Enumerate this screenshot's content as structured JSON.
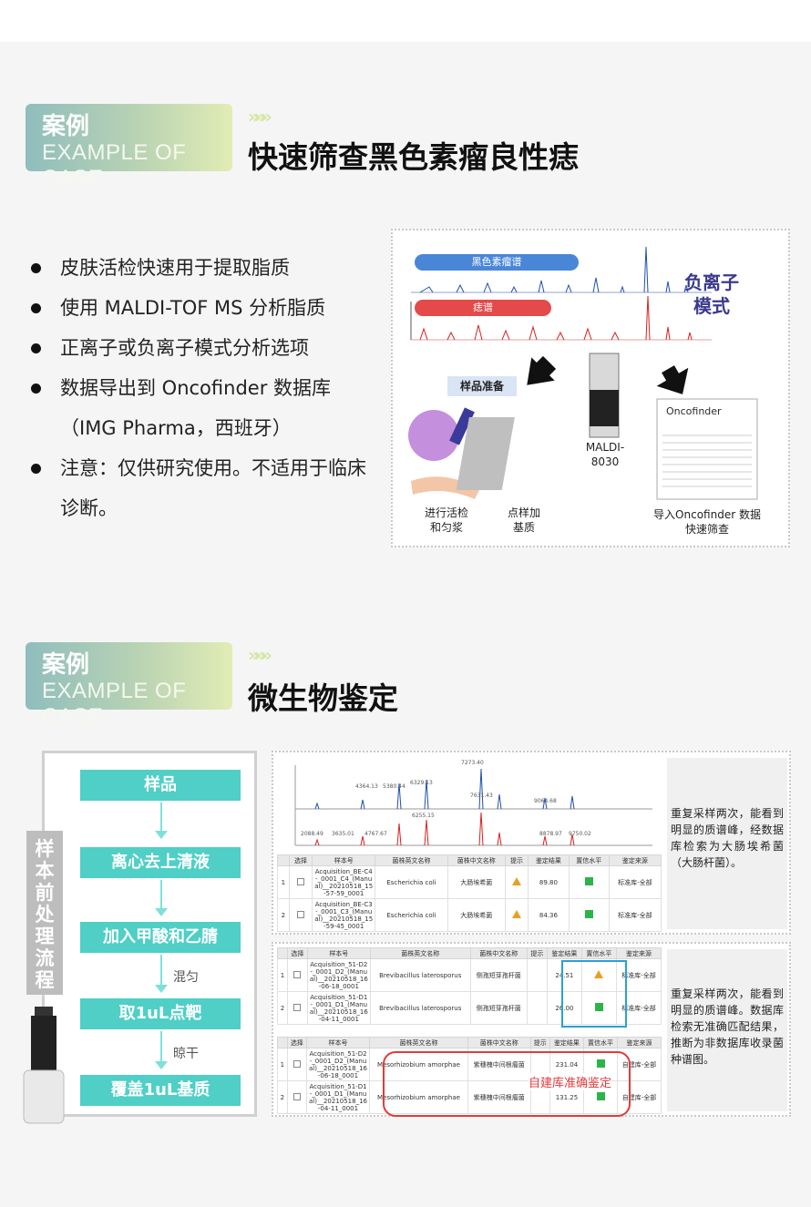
{
  "section1": {
    "badge_cn": "案例",
    "badge_en": "EXAMPLE OF CASE",
    "arrows": "»»»",
    "title": "快速筛查黑色素瘤良性痣",
    "bullets": [
      "皮肤活检快速用于提取脂质",
      "使用 MALDI-TOF MS 分析脂质",
      "正离子或负离子模式分析选项",
      "数据导出到 Oncofinder 数据库（IMG Pharma，西班牙）",
      "注意：仅供研究使用。不适用于临床诊断。"
    ],
    "figure": {
      "spectrum_label_top": "黑色素瘤谱",
      "spectrum_label_bottom": "痣谱",
      "mode_line1": "负离子",
      "mode_line2": "模式",
      "sample_prep": "样品准备",
      "instrument_line1": "MALDI-",
      "instrument_line2": "8030",
      "step1_line1": "进行活检",
      "step1_line2": "和匀浆",
      "step2_line1": "点样加",
      "step2_line2": "基质",
      "step3_line1": "导入Oncofinder 数据",
      "step3_line2": "快速筛查",
      "software_name": "Oncofinder"
    },
    "colors": {
      "top_pill": "#4a86d8",
      "bottom_pill": "#e44a4a",
      "top_trace": "#1f4fb0",
      "bottom_trace": "#d82020"
    }
  },
  "section2": {
    "badge_cn": "案例",
    "badge_en": "EXAMPLE OF CASE",
    "arrows": "»»»",
    "title": "微生物鉴定",
    "vertical_label": [
      "样",
      "本",
      "前",
      "处",
      "理",
      "流",
      "程"
    ],
    "steps": [
      "样品",
      "离心去上清液",
      "加入甲酸和乙腈",
      "取1uL点靶",
      "覆盖1uL基质"
    ],
    "notes": [
      "混匀",
      "晾干"
    ],
    "side_text_1": "重复采样两次，能看到明显的质谱峰，经数据库检索为大肠埃希菌（大肠杆菌）。",
    "side_text_2": "重复采样两次，能看到明显的质谱峰。数据库检索无准确匹配结果，推断为非数据库收录菌种谱图。",
    "table_headers": [
      "选择",
      "样本号",
      "菌株英文名称",
      "菌株中文名称",
      "提示",
      "鉴定结果",
      "置信水平",
      "鉴定来源"
    ],
    "table1": [
      {
        "no": "1",
        "sample": "Acquisition_BE-C4-_0001_C4_(Manual)__20210518_15-57-59_0001",
        "en": "Escherichia coli",
        "cn": "大肠埃希菌",
        "score": "89.80",
        "source": "标准库-全部"
      },
      {
        "no": "2",
        "sample": "Acquisition_BE-C3-_0001_C3_(Manual)__20210518_15-59-45_0001",
        "en": "Escherichia coli",
        "cn": "大肠埃希菌",
        "score": "84.36",
        "source": "标准库-全部"
      }
    ],
    "table2": [
      {
        "no": "1",
        "sample": "Acquisition_51-D2-_0001_D2_(Manual)__20210518_16-06-18_0001",
        "en": "Brevibacillus laterosporus",
        "cn": "侧孢短芽孢杆菌",
        "score": "24.51",
        "source": "标准库-全部"
      },
      {
        "no": "2",
        "sample": "Acquisition_51-D1-_0001_D1_(Manual)__20210518_16-04-11_0001",
        "en": "Brevibacillus laterosporus",
        "cn": "侧孢短芽孢杆菌",
        "score": "26.00",
        "source": "标准库-全部"
      }
    ],
    "table3": [
      {
        "no": "1",
        "sample": "Acquisition_51-D2-_0001_D2_(Manual)__20210518_16-06-18_0001",
        "en": "Mesorhizobium amorphae",
        "cn": "紫穗槐中间根瘤菌",
        "score": "231.04",
        "source": "自建库-全部"
      },
      {
        "no": "2",
        "sample": "Acquisition_51-D1-_0001_D1_(Manual)__20210518_16-04-11_0001",
        "en": "Mesorhizobium amorphae",
        "cn": "紫穗槐中间根瘤菌",
        "score": "131.25",
        "source": "自建库-全部"
      }
    ],
    "callout": "自建库准确鉴定",
    "spec_peaks": [
      "7273.40",
      "6329.13",
      "5380.44",
      "4364.13",
      "7631.43",
      "9064.68",
      "6255.15",
      "4767.67",
      "2088.49",
      "3635.01",
      "8878.97",
      "9750.02"
    ]
  }
}
